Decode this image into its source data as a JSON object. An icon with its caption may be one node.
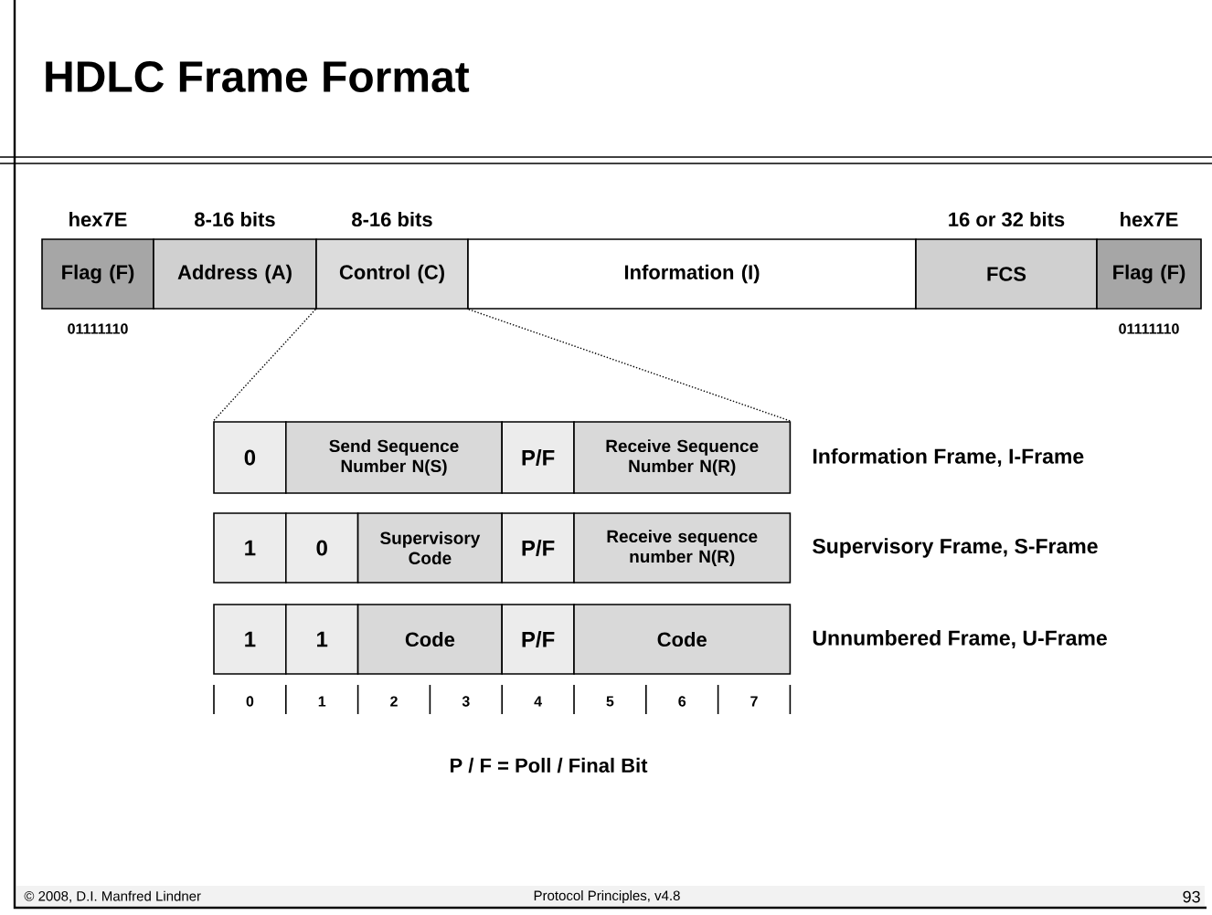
{
  "diagram": {
    "title": "HDLC Frame Format",
    "nodes": [
      {
        "text": [
          "Flag (F)"
        ],
        "beside": [
          "hex7E",
          "01111110"
        ]
      },
      {
        "text": [
          "Address (A)"
        ],
        "beside": [
          "8-16 bits"
        ]
      },
      {
        "text": [
          "Control (C)"
        ],
        "beside": [
          "8-16 bits"
        ]
      },
      {
        "text": [
          "Information (I)"
        ]
      },
      {
        "text": [
          "FCS"
        ],
        "beside": [
          "16 or 32 bits"
        ]
      },
      {
        "text": [
          "Flag (F)"
        ],
        "beside": [
          "hex7E",
          "01111110"
        ]
      },
      {
        "text": [
          "0"
        ]
      },
      {
        "text": [
          "Send Sequence Number N(S)"
        ]
      },
      {
        "text": [
          "P/F"
        ]
      },
      {
        "text": [
          "Receive Sequence Number N(R)"
        ]
      },
      {
        "text": [
          "1"
        ]
      },
      {
        "text": [
          "0"
        ]
      },
      {
        "text": [
          "Supervisory Code"
        ]
      },
      {
        "text": [
          "P/F"
        ]
      },
      {
        "text": [
          "Receive sequence number N(R)"
        ]
      },
      {
        "text": [
          "1"
        ]
      },
      {
        "text": [
          "1"
        ]
      },
      {
        "text": [
          "Code"
        ]
      },
      {
        "text": [
          "P/F"
        ]
      },
      {
        "text": [
          "Code"
        ]
      }
    ],
    "edges": [
      {
        "from": 2,
        "to": 6,
        "arrow": "none",
        "style": "dashed"
      },
      {
        "from": 2,
        "to": 9,
        "arrow": "none",
        "style": "dashed"
      }
    ],
    "labels": [
      "Information Frame, I-Frame",
      "Supervisory Frame, S-Frame",
      "Unnumbered Frame, U-Frame",
      "0",
      "1",
      "2",
      "3",
      "4",
      "5",
      "6",
      "7",
      "P / F  = Poll / Final Bit",
      "© 2008, D.I. Manfred Lindner",
      "Protocol Principles, v4.8",
      "93"
    ]
  }
}
